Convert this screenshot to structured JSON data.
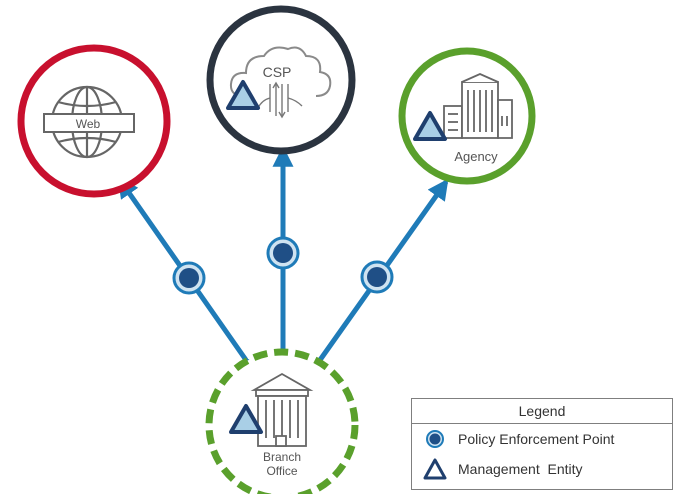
{
  "nodes": {
    "web": {
      "label": "Web",
      "ring_color": "#c8102e"
    },
    "csp": {
      "label": "CSP",
      "ring_color": "#2b3440"
    },
    "agency": {
      "label": "Agency",
      "ring_color": "#5aa02c"
    },
    "branch": {
      "label_line1": "Branch",
      "label_line2": "Office",
      "ring_color": "#5aa02c"
    }
  },
  "colors": {
    "arrow": "#1f7bb8",
    "pep_fill": "#1f4f86",
    "management_triangle": "#1f3f6e",
    "management_fill": "#a9cfe6"
  },
  "legend": {
    "title": "Legend",
    "items": [
      {
        "symbol": "circle",
        "label": "Policy Enforcement Point"
      },
      {
        "symbol": "triangle",
        "label": "Management  Entity"
      }
    ]
  }
}
